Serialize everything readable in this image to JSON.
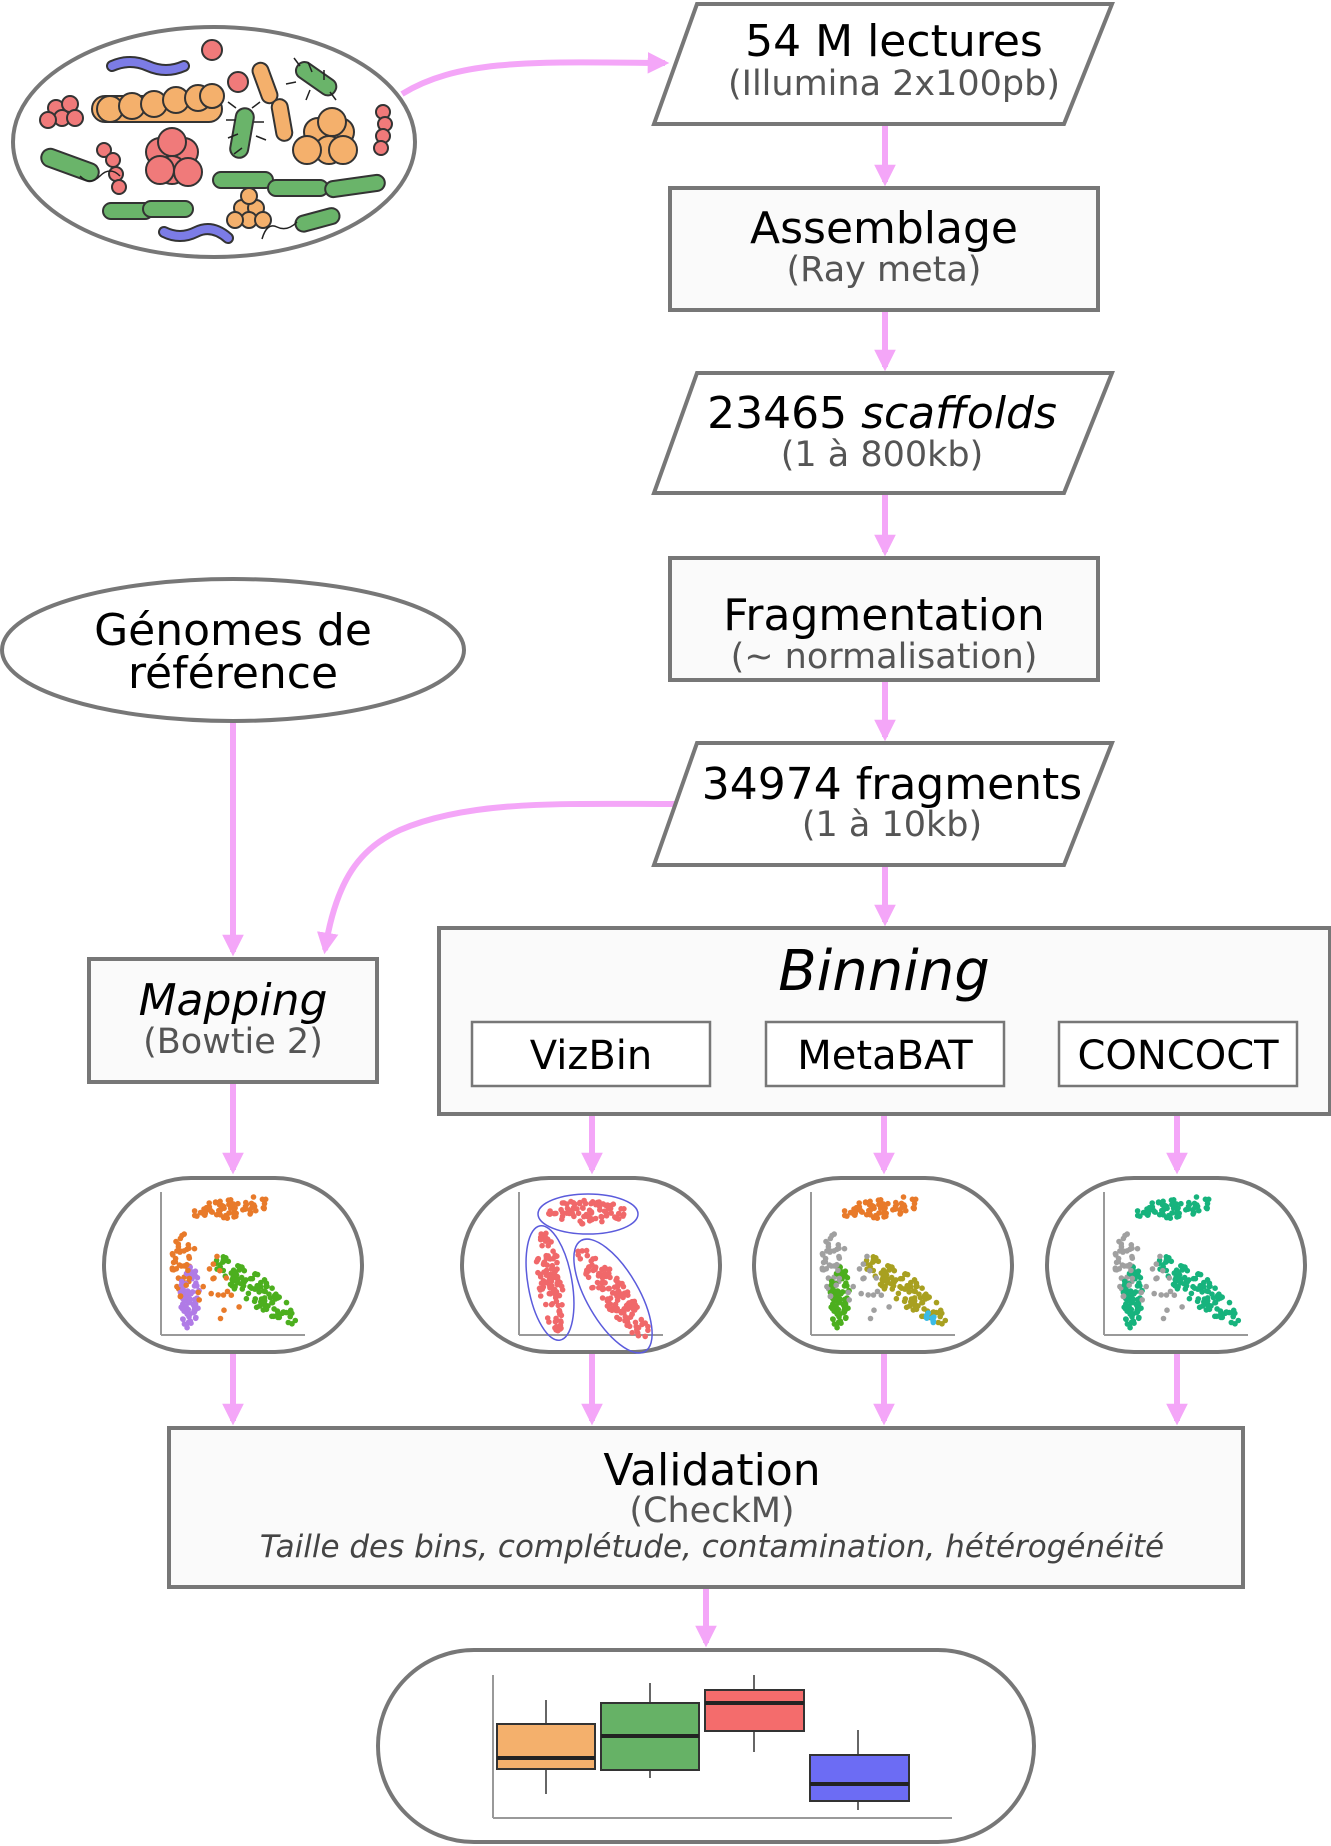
{
  "nodes": {
    "reads": {
      "title": "54 M lectures",
      "subtitle": "(Illumina 2x100pb)"
    },
    "assembly": {
      "title": "Assemblage",
      "subtitle": "(Ray meta)"
    },
    "scaffolds": {
      "title_number": "23465 ",
      "title_term": "scaffolds",
      "subtitle": "(1 à 800kb)"
    },
    "fragmentation": {
      "title": "Fragmentation",
      "subtitle": "(~ normalisation)"
    },
    "fragments": {
      "title": "34974 fragments",
      "subtitle": "(1 à 10kb)"
    },
    "reference": {
      "line1": "Génomes de",
      "line2": "référence"
    },
    "mapping": {
      "title": "Mapping",
      "subtitle": "(Bowtie 2)"
    },
    "binning": {
      "title": "Binning",
      "tools": [
        "VizBin",
        "MetaBAT",
        "CONCOCT"
      ]
    },
    "validation": {
      "title": "Validation",
      "subtitle": "(CheckM)",
      "metrics": "Taille des bins, complétude, contamination, hétérogénéité"
    }
  },
  "colors": {
    "arrow": "#f4a6f8",
    "border": "#777777",
    "cluster_orange": "#e87a2a",
    "cluster_green": "#4caf1e",
    "cluster_purple": "#b07be6",
    "cluster_red": "#f0686a",
    "cluster_olive": "#a8a020",
    "cluster_teal": "#17b37d",
    "cluster_grey": "#a0a0a0",
    "cluster_cyan": "#3bbbe6",
    "box_orange": "#f4b06c",
    "box_green": "#66b266",
    "box_red": "#f46c6c",
    "box_blue": "#6c6cf4"
  },
  "icons": {
    "sample": "microbial-community-icon",
    "scatter": "scatter-plot-icon",
    "boxplot": "boxplot-icon"
  }
}
